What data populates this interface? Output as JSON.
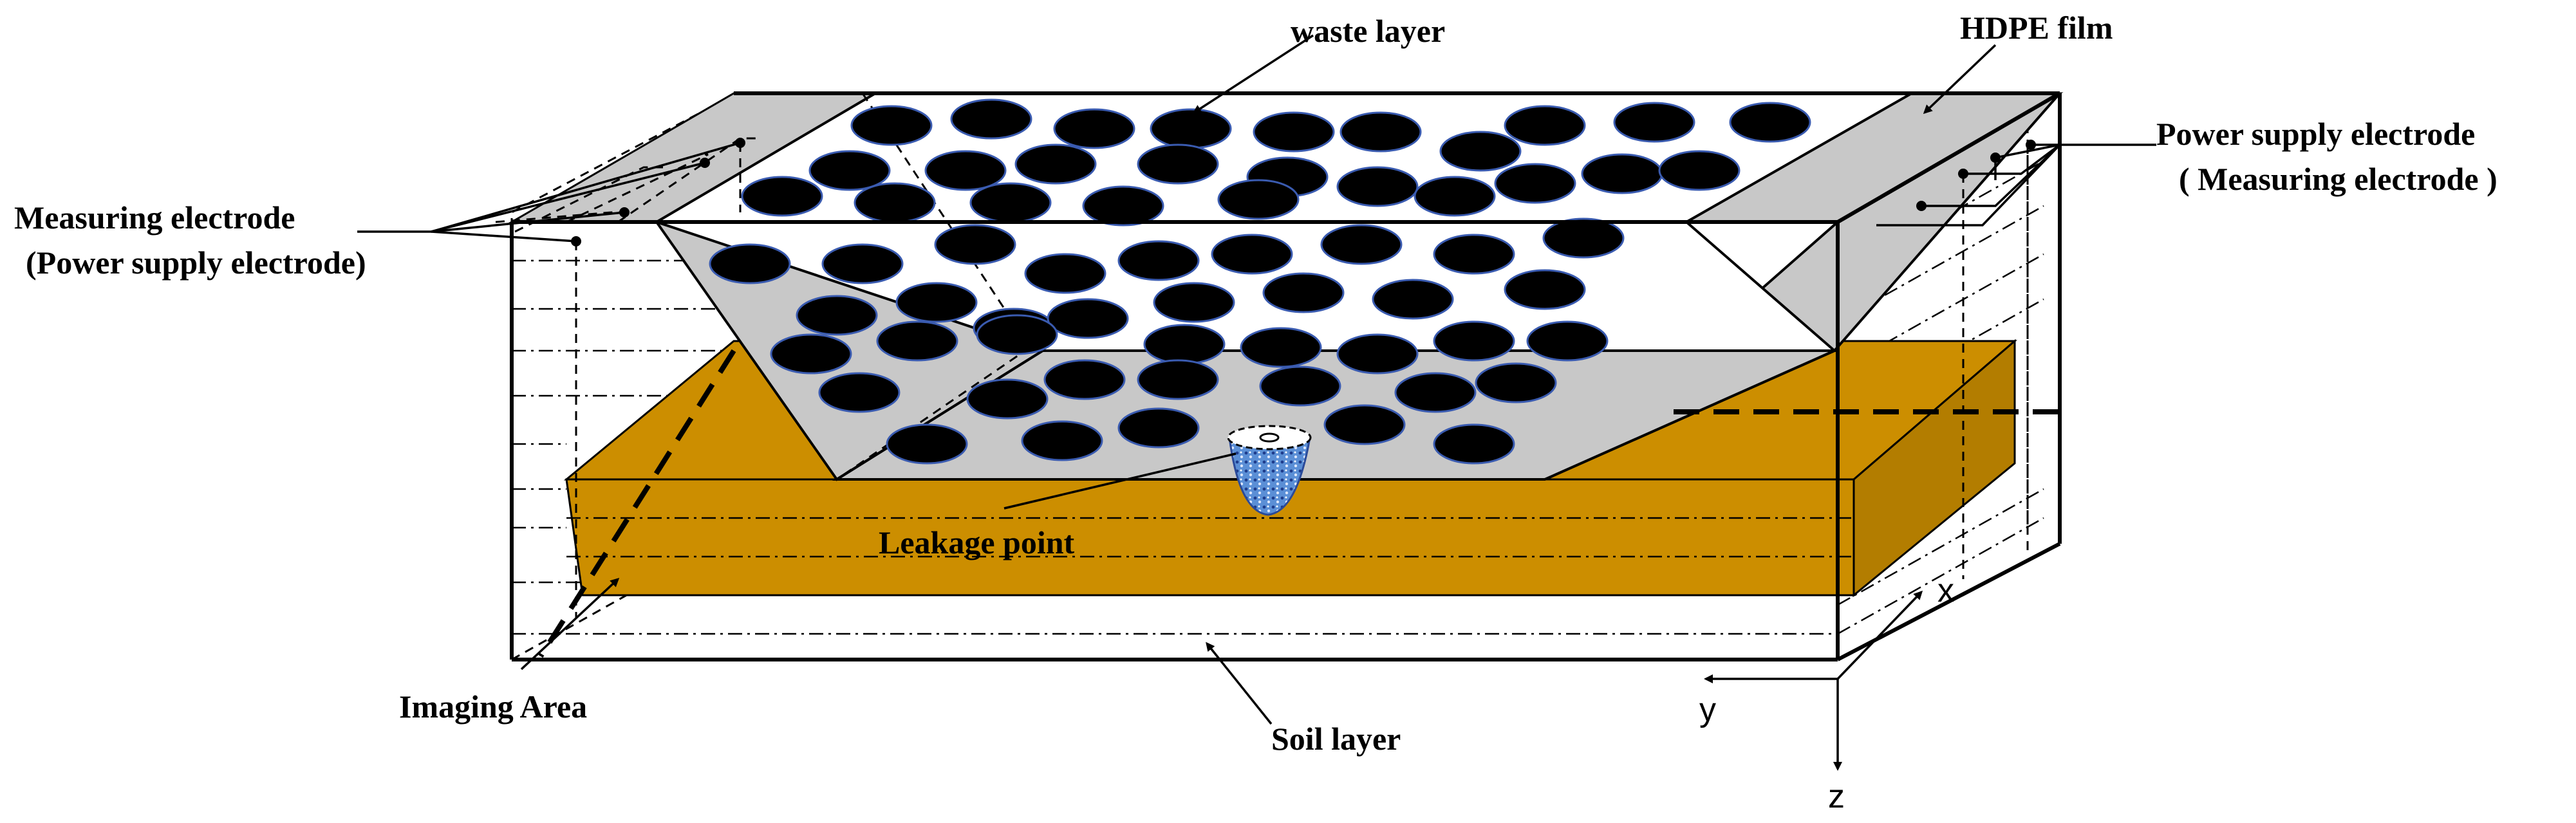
{
  "labels": {
    "waste_layer": "waste layer",
    "hdpe_film": "HDPE film",
    "measuring_electrode_left": "Measuring electrode",
    "power_supply_left": "(Power supply electrode)",
    "power_supply_right": "Power supply electrode",
    "measuring_right": "( Measuring electrode )",
    "leakage_point": "Leakage point",
    "imaging_area": "Imaging Area",
    "soil_layer": "Soil layer"
  },
  "axes": {
    "x": "x",
    "y": "y",
    "z": "z"
  },
  "colors": {
    "soil": "#CC8E00",
    "soil_side": "#B37D00",
    "hdpe": "#C8C8C8",
    "waste_particle": "#000000",
    "particle_outline": "#3A5BB0",
    "leak_fill": "#5B8FD6"
  }
}
